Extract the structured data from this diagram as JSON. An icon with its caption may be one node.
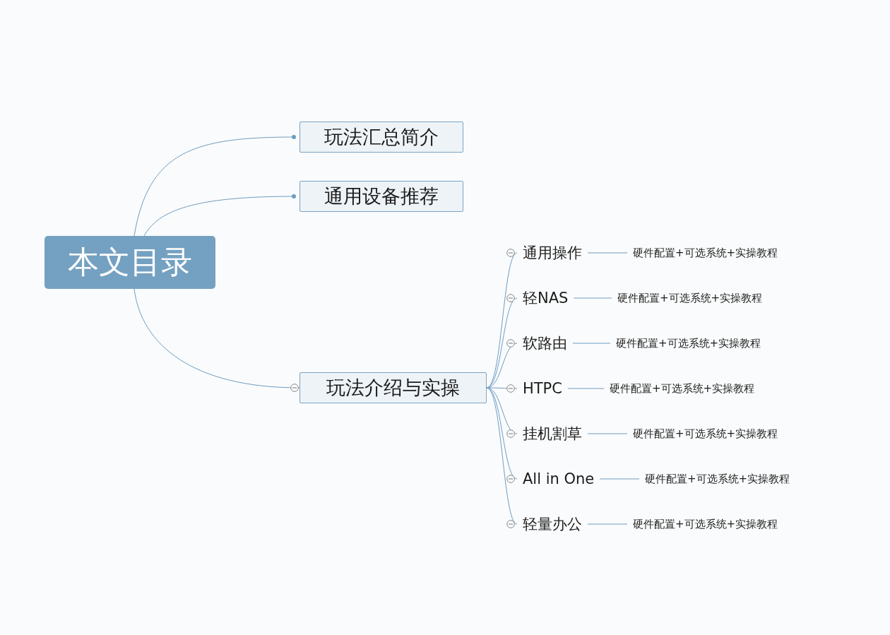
{
  "diagram": {
    "nodes": [
      {
        "text": [
          "本文目录"
        ]
      },
      {
        "text": [
          "玩法汇总简介"
        ]
      },
      {
        "text": [
          "通用设备推荐"
        ]
      },
      {
        "text": [
          "玩法介绍与实操"
        ]
      },
      {
        "text": [
          "通用操作"
        ]
      },
      {
        "text": [
          "轻NAS"
        ]
      },
      {
        "text": [
          "软路由"
        ]
      },
      {
        "text": [
          "HTPC"
        ]
      },
      {
        "text": [
          "挂机割草"
        ]
      },
      {
        "text": [
          "All in One"
        ]
      },
      {
        "text": [
          "轻量办公"
        ]
      },
      {
        "text": [
          "硬件配置+可选系统+实操教程"
        ]
      },
      {
        "text": [
          "硬件配置+可选系统+实操教程"
        ]
      },
      {
        "text": [
          "硬件配置+可选系统+实操教程"
        ]
      },
      {
        "text": [
          "硬件配置+可选系统+实操教程"
        ]
      },
      {
        "text": [
          "硬件配置+可选系统+实操教程"
        ]
      },
      {
        "text": [
          "硬件配置+可选系统+实操教程"
        ]
      },
      {
        "text": [
          "硬件配置+可选系统+实操教程"
        ]
      }
    ],
    "edges": [
      {
        "from": 0,
        "to": 1,
        "arrow": "other"
      },
      {
        "from": 0,
        "to": 2,
        "arrow": "other"
      },
      {
        "from": 0,
        "to": 3,
        "arrow": "none"
      },
      {
        "from": 3,
        "to": 4,
        "arrow": "none"
      },
      {
        "from": 3,
        "to": 5,
        "arrow": "none"
      },
      {
        "from": 3,
        "to": 6,
        "arrow": "none"
      },
      {
        "from": 3,
        "to": 7,
        "arrow": "none"
      },
      {
        "from": 3,
        "to": 8,
        "arrow": "none"
      },
      {
        "from": 3,
        "to": 9,
        "arrow": "none"
      },
      {
        "from": 3,
        "to": 10,
        "arrow": "none"
      },
      {
        "from": 4,
        "to": 11,
        "arrow": "none"
      },
      {
        "from": 5,
        "to": 12,
        "arrow": "none"
      },
      {
        "from": 6,
        "to": 13,
        "arrow": "none"
      },
      {
        "from": 7,
        "to": 14,
        "arrow": "none"
      },
      {
        "from": 8,
        "to": 15,
        "arrow": "none"
      },
      {
        "from": 9,
        "to": 16,
        "arrow": "none"
      },
      {
        "from": 10,
        "to": 17,
        "arrow": "none"
      }
    ]
  }
}
